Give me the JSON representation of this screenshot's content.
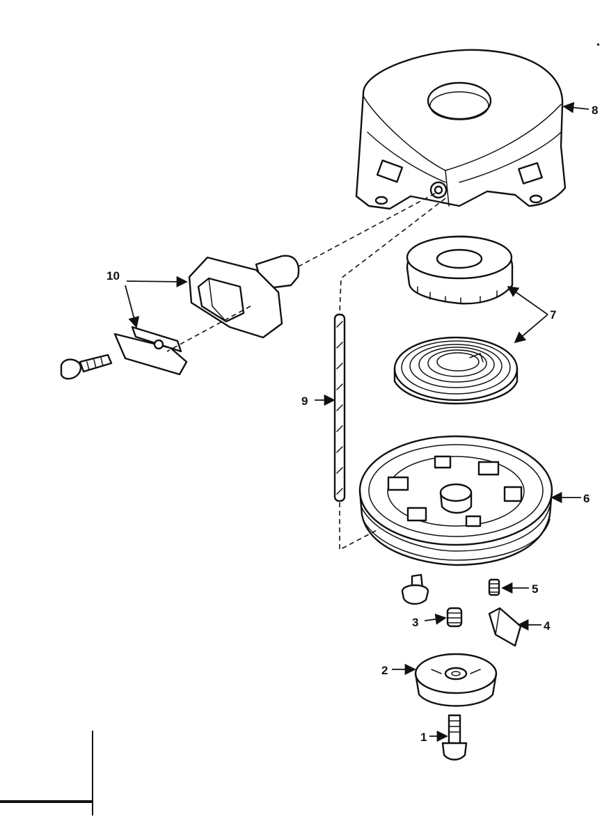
{
  "diagram": {
    "parts": [
      {
        "id": "part-1",
        "number": "1"
      },
      {
        "id": "part-2",
        "number": "2"
      },
      {
        "id": "part-3",
        "number": "3"
      },
      {
        "id": "part-4",
        "number": "4"
      },
      {
        "id": "part-5",
        "number": "5"
      },
      {
        "id": "part-6",
        "number": "6"
      },
      {
        "id": "part-7",
        "number": "7"
      },
      {
        "id": "part-8",
        "number": "8"
      },
      {
        "id": "part-9",
        "number": "9"
      },
      {
        "id": "part-10",
        "number": "10"
      }
    ]
  }
}
